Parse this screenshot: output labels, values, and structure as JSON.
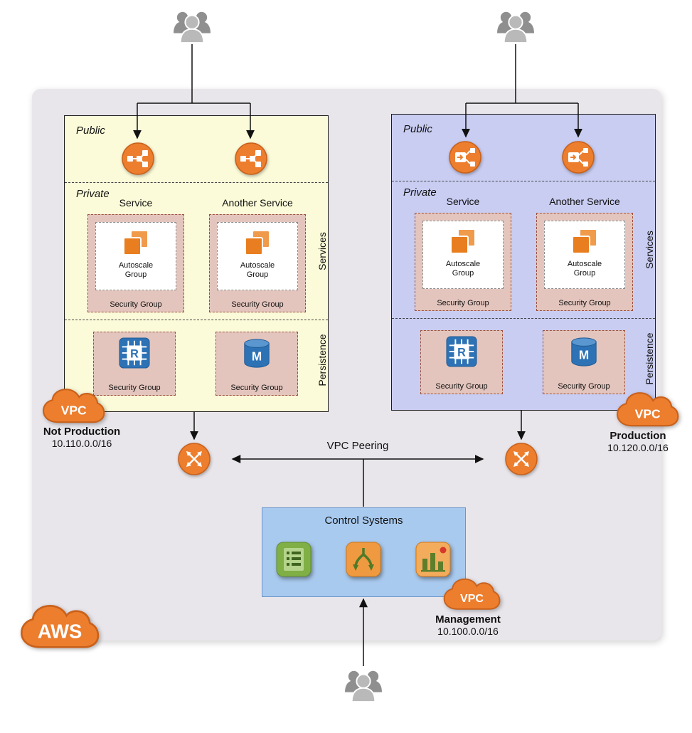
{
  "labels": {
    "public": "Public",
    "private": "Private",
    "services": "Services",
    "persistence": "Persistence",
    "autoscale_group": "Autoscale Group",
    "security_group": "Security Group",
    "vpc_badge": "VPC",
    "vpc_peering": "VPC Peering",
    "aws": "AWS"
  },
  "vpc_not_production": {
    "name": "Not Production",
    "cidr": "10.110.0.0/16",
    "service_titles": [
      "Service",
      "Another Service"
    ]
  },
  "vpc_production": {
    "name": "Production",
    "cidr": "10.120.0.0/16",
    "service_titles": [
      "Service",
      "Another Service"
    ]
  },
  "control_systems": {
    "title": "Control Systems"
  },
  "vpc_management": {
    "name": "Management",
    "cidr": "10.100.0.0/16"
  },
  "icon_text": {
    "elasticache": "R",
    "rds": "M"
  },
  "icons": {
    "users_group": "users-group-icon",
    "classic_load_balancer": "classic-load-balancer-icon",
    "application_load_balancer": "application-load-balancer-icon",
    "ec2_instances": "ec2-instances-icon",
    "elasticache_redis": "elasticache-redis-icon",
    "rds_database": "rds-database-icon",
    "vpc_router": "vpc-router-icon",
    "vpc_cloud": "vpc-cloud-icon",
    "aws_cloud": "aws-cloud-icon",
    "checklist": "checklist-icon",
    "branching_arrows": "branching-arrows-icon",
    "bar_chart_monitoring": "bar-chart-monitoring-icon"
  },
  "colors": {
    "aws_orange": "#EC7E2E",
    "aws_orange_dark": "#C9611B",
    "container_bg": "#E9E6EB",
    "vpc_left_bg": "#FBFBD9",
    "vpc_right_bg": "#C9CDF2",
    "security_group_bg": "#E3C5BD",
    "security_group_border": "#9B4F3B",
    "control_bg": "#A9CAEF",
    "control_border": "#6B96C9",
    "icon_blue": "#2D72B5",
    "connector": "#111111"
  }
}
